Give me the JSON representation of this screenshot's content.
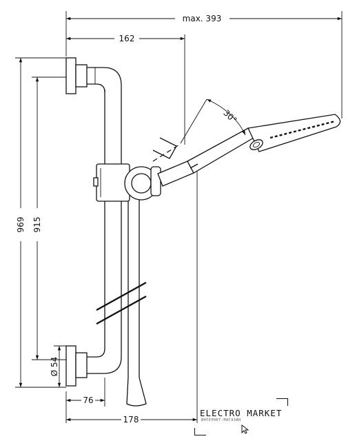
{
  "dimensions": {
    "overall_width": "max. 393",
    "bar_offset": "162",
    "total_height": "969",
    "mount_spacing": "915",
    "wall_plate_diameter": "Ø 54",
    "wall_projection": "76",
    "bar_projection": "178",
    "tilt_angle": "30°"
  },
  "logo": {
    "brand": "ELECTRO MARKET",
    "tagline": "ИНТЕРНЕТ-МАГАЗИН"
  }
}
